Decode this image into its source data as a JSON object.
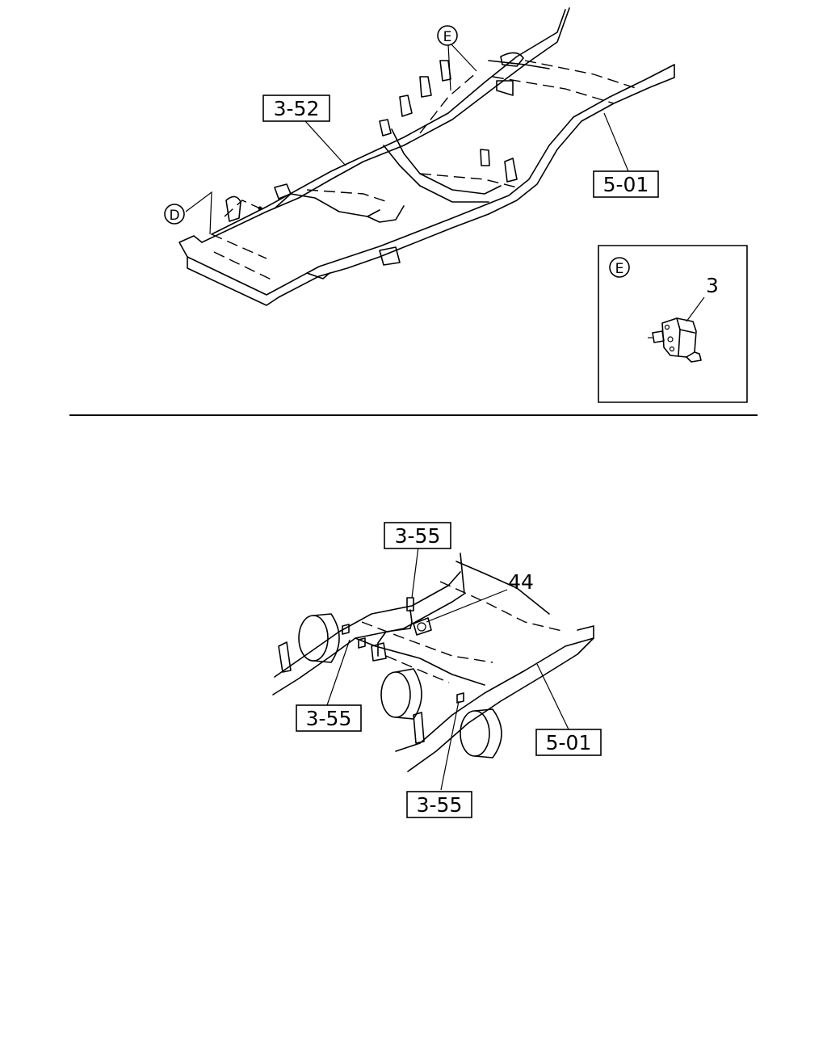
{
  "upper_diagram": {
    "callouts": {
      "ref_3_52": "3-52",
      "ref_5_01": "5-01",
      "circle_d": "D",
      "circle_e": "E"
    },
    "detail_e": {
      "circle_label": "E",
      "part_number": "3"
    }
  },
  "lower_diagram": {
    "callouts": {
      "ref_3_55_top": "3-55",
      "ref_3_55_left": "3-55",
      "ref_3_55_bottom": "3-55",
      "ref_5_01": "5-01",
      "part_44": "44"
    }
  }
}
